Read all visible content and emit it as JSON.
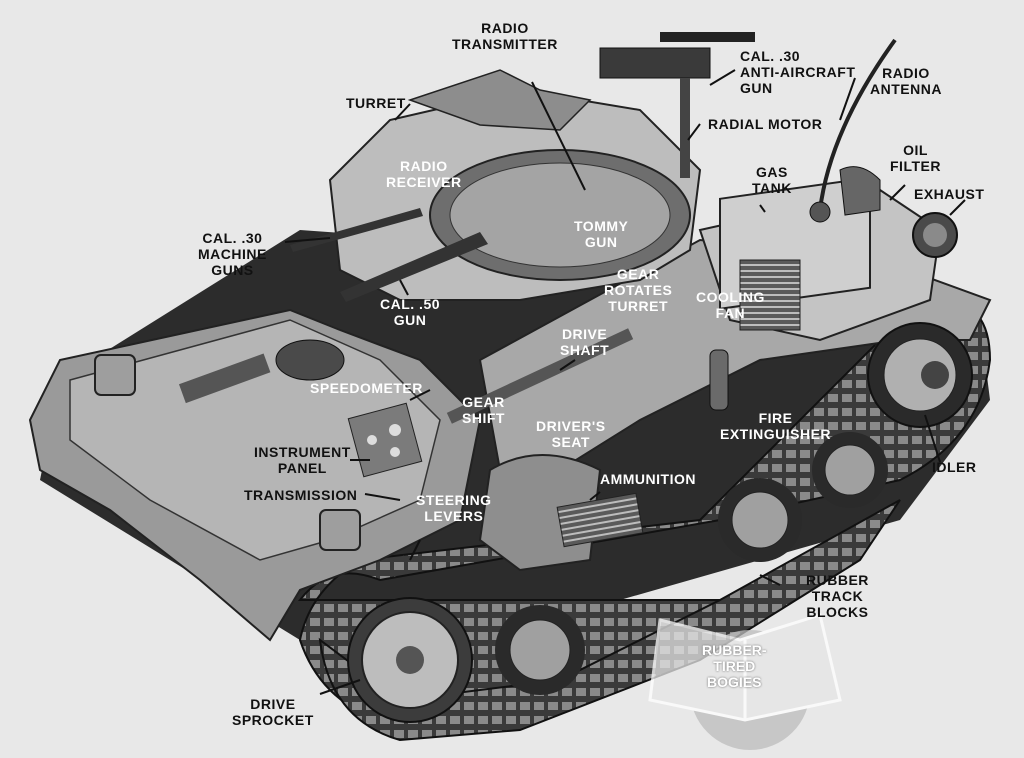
{
  "labels": {
    "radio_transmitter": "RADIO\nTRANSMITTER",
    "cal30_aa_gun": "CAL. .30\nANTI-AIRCRAFT\nGUN",
    "radio_antenna": "RADIO\nANTENNA",
    "turret": "TURRET",
    "radial_motor": "RADIAL MOTOR",
    "oil_filter": "OIL\nFILTER",
    "radio_receiver": "RADIO\nRECEIVER",
    "gas_tank": "GAS\nTANK",
    "exhaust": "EXHAUST",
    "tommy_gun": "TOMMY\nGUN",
    "cal30_machine_guns": "CAL. .30\nMACHINE\nGUNS",
    "gear_rotates_turret": "GEAR\nROTATES\nTURRET",
    "cooling_fan": "COOLING\nFAN",
    "cal50_gun": "CAL. .50\nGUN",
    "drive_shaft": "DRIVE\nSHAFT",
    "speedometer": "SPEEDOMETER",
    "gear_shift": "GEAR\nSHIFT",
    "drivers_seat": "DRIVER'S\nSEAT",
    "fire_extinguisher": "FIRE\nEXTINGUISHER",
    "instrument_panel": "INSTRUMENT\nPANEL",
    "idler": "IDLER",
    "ammunition": "AMMUNITION",
    "transmission": "TRANSMISSION",
    "steering_levers": "STEERING\nLEVERS",
    "rubber_track_blocks": "RUBBER\nTRACK\nBLOCKS",
    "rubber_tired_bogies": "RUBBER-\nTIRED\nBOGIES",
    "drive_sprocket": "DRIVE\nSPROCKET"
  }
}
